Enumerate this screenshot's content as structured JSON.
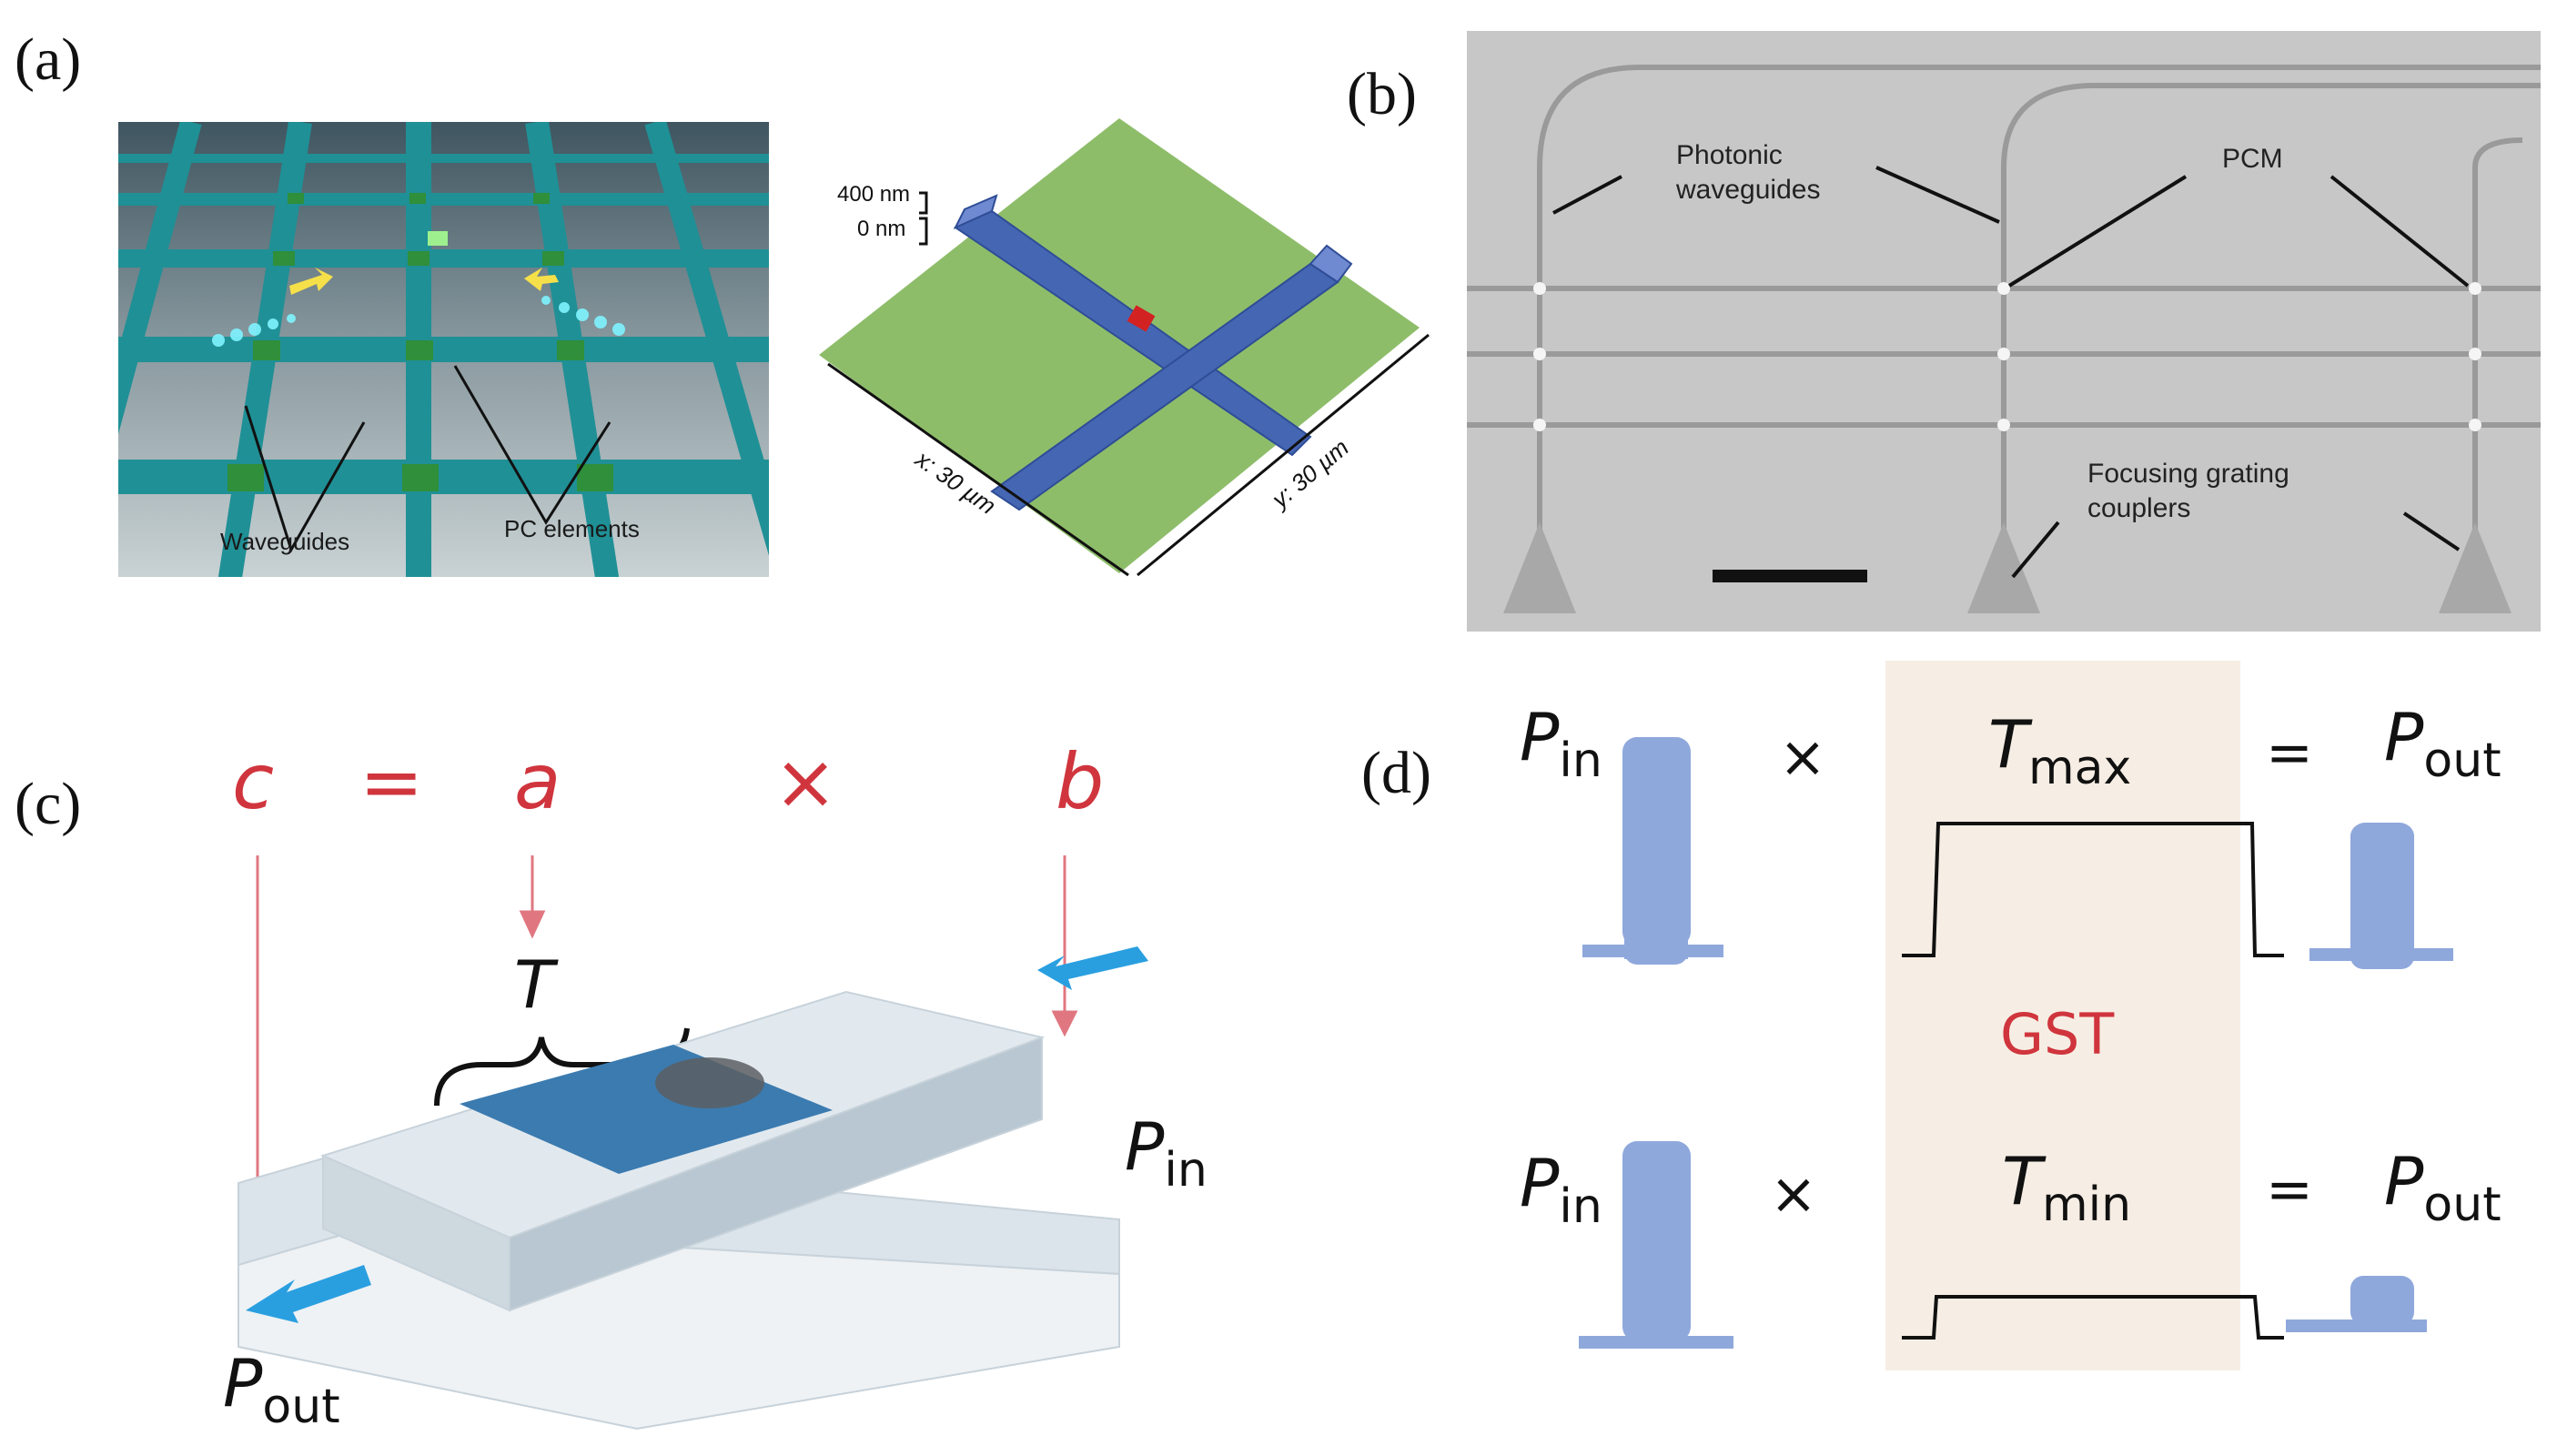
{
  "panel_a": {
    "label": "(a)",
    "render_labels": {
      "waveguides": "Waveguides",
      "pc_elements": "PC elements"
    },
    "afm": {
      "z_top": "400 nm",
      "z_bottom": "0 nm",
      "x_axis": "x: 30 µm",
      "y_axis": "y: 30 µm"
    }
  },
  "panel_b": {
    "label": "(b)",
    "callouts": {
      "photonic_line1": "Photonic",
      "photonic_line2": "waveguides",
      "pcm": "PCM",
      "grating_line1": "Focusing grating",
      "grating_line2": "couplers"
    }
  },
  "panel_c": {
    "label": "(c)",
    "equation": {
      "c": "c",
      "eq": "=",
      "a": "a",
      "times": "×",
      "b": "b"
    },
    "t_label": "T",
    "p_in": {
      "base": "P",
      "sub": "in"
    },
    "p_out": {
      "base": "P",
      "sub": "out"
    }
  },
  "panel_d": {
    "label": "(d)",
    "row1": {
      "pin_base": "P",
      "pin_sub": "in",
      "times": "×",
      "t_base": "T",
      "t_sub": "max",
      "equals": "=",
      "pout_base": "P",
      "pout_sub": "out"
    },
    "material": "GST",
    "row2": {
      "pin_base": "P",
      "pin_sub": "in",
      "times": "×",
      "t_base": "T",
      "t_sub": "min",
      "equals": "=",
      "pout_base": "P",
      "pout_sub": "out"
    }
  },
  "colors": {
    "teal": "#1e8f94",
    "afm_green": "#8ebd6a",
    "afm_blue": "#4566b3",
    "micro_bg": "#c7c7c7",
    "eq_red": "#d0353d",
    "pulse_blue": "#8fa8dc",
    "gst_bg": "#f6eee4",
    "device_blue": "#3b7bb0",
    "arrow_blue": "#2a9fe0"
  }
}
